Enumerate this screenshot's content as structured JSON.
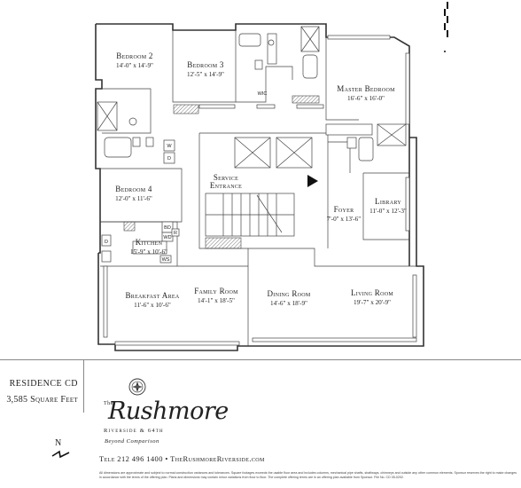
{
  "rooms": [
    {
      "name": "Bedroom 2",
      "dims": "14'-0\" x 14'-9\""
    },
    {
      "name": "Bedroom 3",
      "dims": "12'-5\" x 14'-9\""
    },
    {
      "name": "Master Bedroom",
      "dims": "16'-6\" x 16'-0\""
    },
    {
      "name": "Bedroom 4",
      "dims": "12'-0\" x 11'-6\""
    },
    {
      "name": "Kitchen",
      "dims": "15'-9\" x 10'-6\""
    },
    {
      "name": "Breakfast Area",
      "dims": "11'-6\" x 10'-6\""
    },
    {
      "name": "Family Room",
      "dims": "14'-1\" x 18'-5\""
    },
    {
      "name": "Dining Room",
      "dims": "14'-6\" x 18'-9\""
    },
    {
      "name": "Living Room",
      "dims": "19'-7\" x 20'-9\""
    },
    {
      "name": "Library",
      "dims": "11'-0\" x 12'-3\""
    },
    {
      "name": "Foyer",
      "dims": "7'-0\" x 13'-6\""
    }
  ],
  "service": {
    "line1": "Service",
    "line2": "Entrance"
  },
  "tags": {
    "wic": "WIC",
    "w": "W",
    "d": "D",
    "bd": "BD",
    "wd": "WD",
    "r": "R",
    "d2": "D",
    "ws": "WS"
  },
  "residence": {
    "id": "RESIDENCE CD",
    "sqft": "3,585 Square Feet"
  },
  "north": "N",
  "brand": {
    "the": "The",
    "name": "Rushmore",
    "sub": "Riverside & 64th",
    "tagline": "Beyond Comparison"
  },
  "contact": "Tele 212 496 1400 • TheRushmoreRiverside.com",
  "disclaimer": "All dimensions are approximate and subject to normal construction variances and tolerances. Square footages exceeds the usable floor area and includes columns, mechanical pipe shafts, shaftways, chimneys and outside any other common elements. Sponsor reserves the right to make changes in accordance with the terms of the offering plan. Plans and dimensions may contain minor variations from floor to floor. The complete offering terms are in an offering plan available from Sponsor. File No. CD 05-0202."
}
